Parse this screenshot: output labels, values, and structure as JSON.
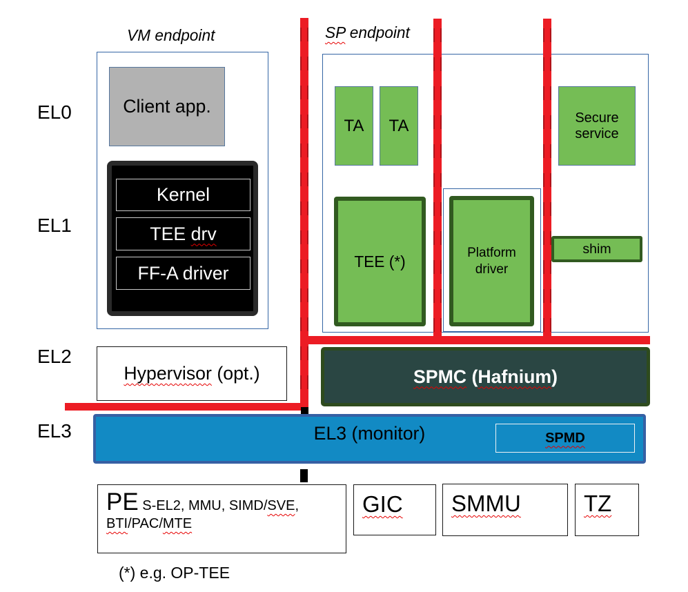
{
  "diagram": {
    "description": "Arm FF-A / Hafnium SPMC architecture diagram with exception levels",
    "colors": {
      "background": "#ffffff",
      "red_line": "#ec1c24",
      "red_line_dash": "#b01219",
      "green_fill": "#75bd55",
      "green_border": "#315a20",
      "thin_blue_border": "#3465a4",
      "client_fill": "#b2b2b2",
      "stack_fill": "#000000",
      "spmc_fill": "#2a4643",
      "spmc_border": "#2e4b1e",
      "el3_fill": "#128ac4",
      "el3_border": "#3660a4",
      "squiggle": "#e60000",
      "text": "#000000"
    }
  },
  "privilege_levels": {
    "el0": "EL0",
    "el1": "EL1",
    "el2": "EL2",
    "el3": "EL3"
  },
  "headers": {
    "vm_endpoint": "VM endpoint",
    "sp_endpoint": {
      "misspelled": "SP",
      "rest": " endpoint"
    }
  },
  "vm": {
    "client_app": "Client app.",
    "kernel_stack": {
      "kernel": "Kernel",
      "tee_drv": {
        "pre": "TEE ",
        "misspelled": "drv"
      },
      "ffa_driver": "FF-A driver"
    }
  },
  "sp": {
    "ta_left": "TA",
    "ta_right": "TA",
    "tee": "TEE (*)",
    "platform_driver": {
      "line1": "Platform",
      "line2": "driver"
    },
    "secure_service": {
      "line1": "Secure",
      "line2": "service"
    },
    "shim": "shim"
  },
  "el2_row": {
    "hypervisor": {
      "misspelled": "Hypervisor",
      "rest": " (opt.)"
    },
    "spmc": {
      "word1": "SPMC",
      "mid": " (",
      "word2": "Hafnium",
      "end": ")"
    }
  },
  "el3_row": {
    "monitor": "EL3 (monitor)",
    "spmd": "SPMD"
  },
  "hardware": {
    "pe": {
      "title": "PE",
      "line1": {
        "pre": "S-EL2, MMU, SIMD/",
        "misspelled": "SVE",
        "post": ","
      },
      "line2": {
        "misspelled1": "BTI",
        "mid": "/PAC/",
        "misspelled2": "MTE"
      }
    },
    "gic": "GIC",
    "smmu": "SMMU",
    "tz": "TZ"
  },
  "footnote": "(*) e.g. OP-TEE"
}
